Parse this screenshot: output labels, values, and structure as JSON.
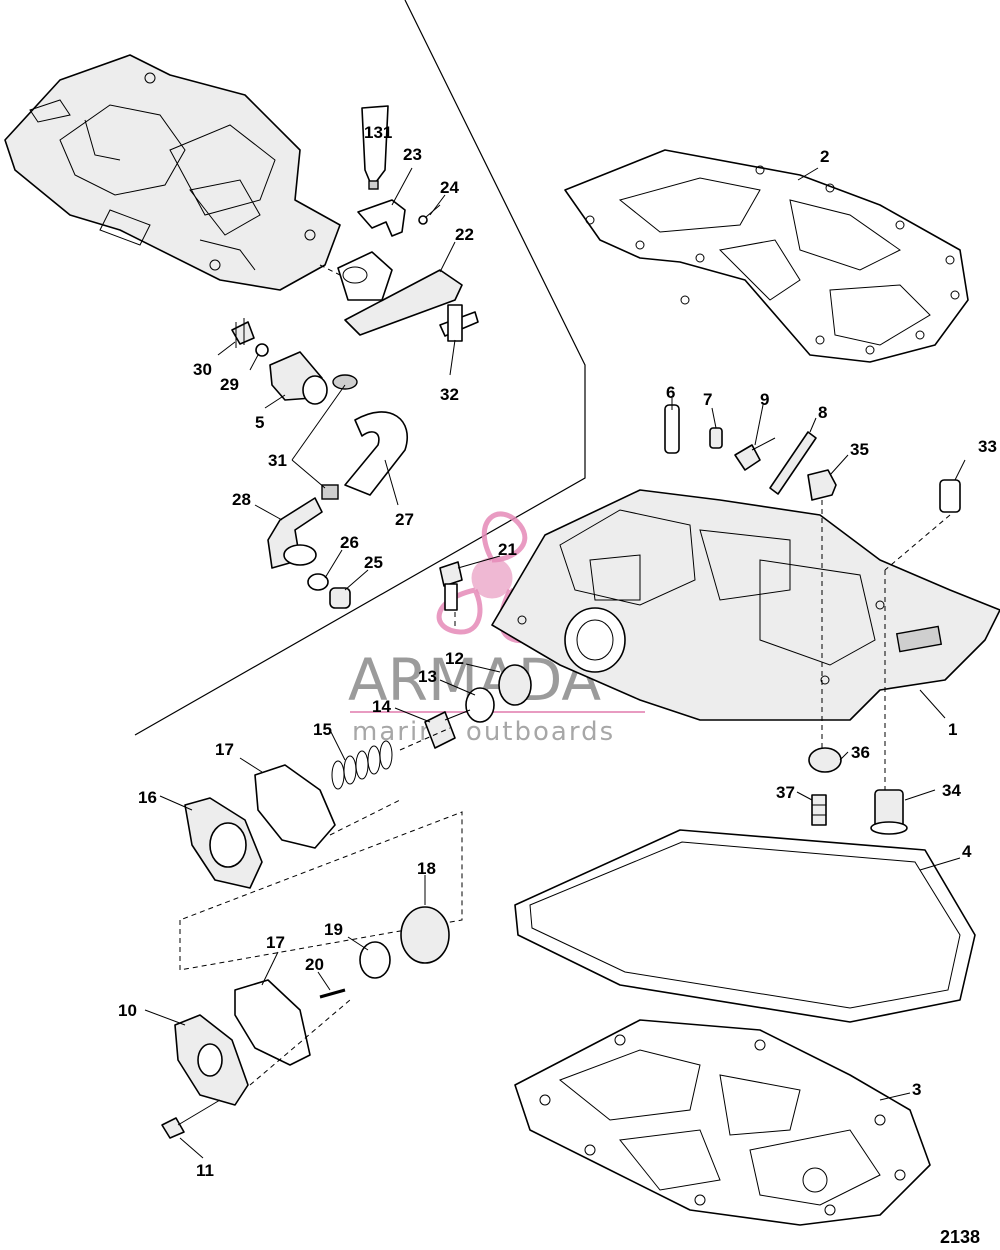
{
  "figure_number": "2138",
  "tube_label": "131",
  "watermark": {
    "brand": "ARMADA",
    "tagline": "marine outboards"
  },
  "callouts": [
    "1",
    "2",
    "3",
    "4",
    "5",
    "6",
    "7",
    "8",
    "9",
    "10",
    "11",
    "12",
    "13",
    "14",
    "15",
    "16",
    "17",
    "17",
    "18",
    "19",
    "20",
    "21",
    "22",
    "23",
    "24",
    "25",
    "26",
    "27",
    "28",
    "29",
    "30",
    "31",
    "32",
    "33",
    "34",
    "35",
    "36",
    "37"
  ]
}
